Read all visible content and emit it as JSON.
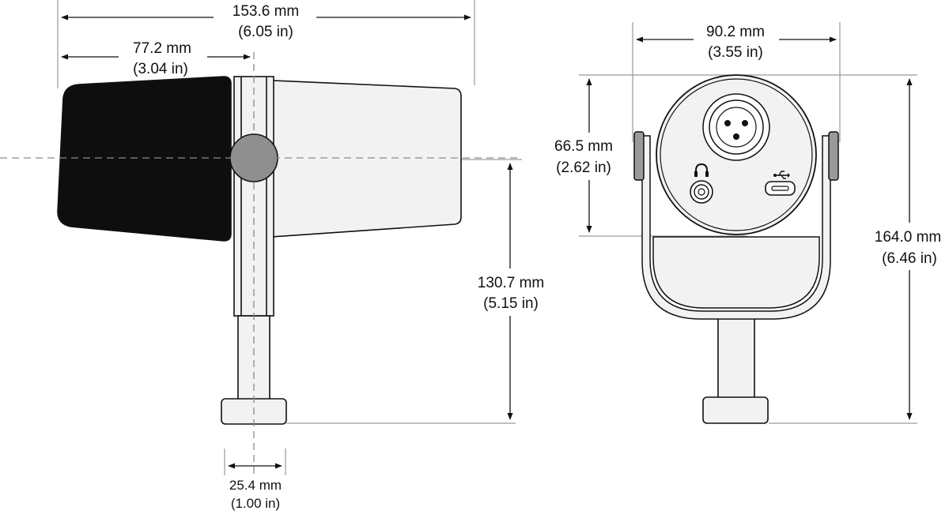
{
  "dimensions": {
    "overall_length": {
      "metric": "153.6 mm",
      "imperial": "(6.05 in)"
    },
    "front_to_pivot": {
      "metric": "77.2 mm",
      "imperial": "(3.04 in)"
    },
    "width": {
      "metric": "90.2 mm",
      "imperial": "(3.55 in)"
    },
    "body_diameter": {
      "metric": "66.5 mm",
      "imperial": "(2.62 in)"
    },
    "pivot_height": {
      "metric": "130.7 mm",
      "imperial": "(5.15 in)"
    },
    "overall_height": {
      "metric": "164.0 mm",
      "imperial": "(6.46 in)"
    },
    "mount_thread": {
      "metric": "25.4 mm",
      "imperial": "(1.00 in)"
    }
  },
  "icons": {
    "headphone_port": "headphone-icon",
    "usb_port": "usb-icon",
    "xlr_connector": "xlr-connector-icon"
  },
  "colors": {
    "windscreen": "#0e0e0e",
    "body": "#f2f2f2",
    "pivot_knob": "#8f8f8f",
    "yoke_knob": "#9a9a9a",
    "outline": "#111111"
  }
}
